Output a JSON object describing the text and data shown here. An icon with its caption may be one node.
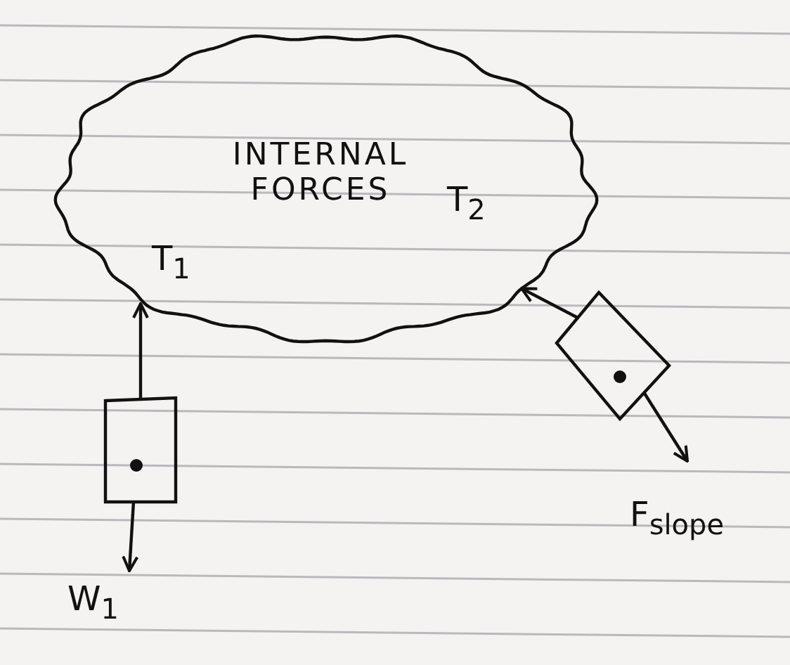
{
  "diagram": {
    "nodes": [
      {
        "text": [
          "INTERNAL FORCES"
        ]
      },
      {
        "text": [],
        "shape": "box"
      },
      {
        "text": [],
        "shape": "box"
      }
    ],
    "edges": [
      {
        "from": 1,
        "to": 0,
        "arrow": "to",
        "label": "T$_{1}$"
      },
      {
        "from": 2,
        "to": 0,
        "arrow": "to",
        "label": "T$_{2}$"
      },
      {
        "from": 1,
        "to": null,
        "arrow": "to",
        "label": "W$_{1}$"
      },
      {
        "from": 2,
        "to": null,
        "arrow": "to",
        "label": "F$_{slope}$"
      }
    ]
  }
}
